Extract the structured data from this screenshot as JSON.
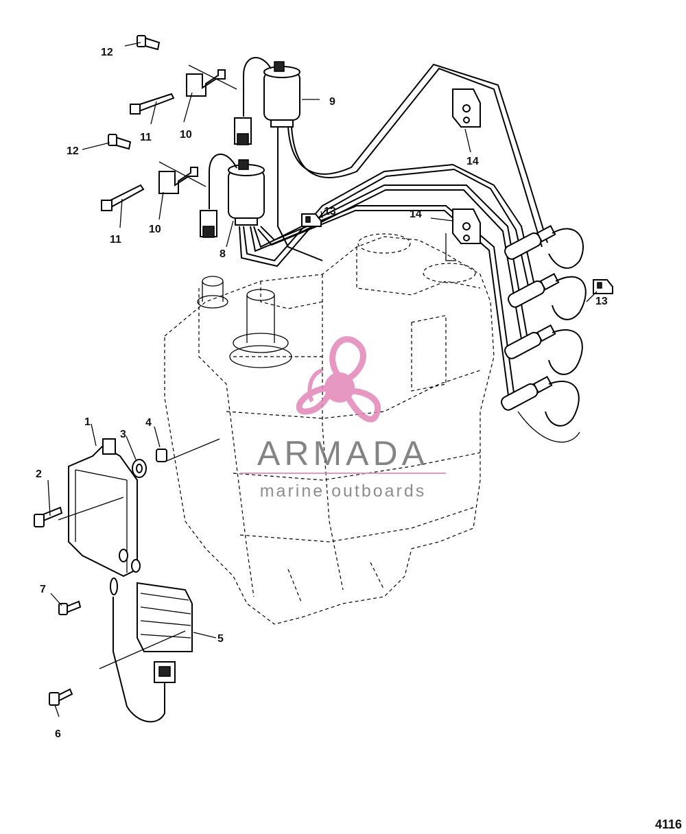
{
  "diagram": {
    "figure_number": "4116",
    "callouts": [
      "1",
      "2",
      "3",
      "4",
      "5",
      "6",
      "7",
      "8",
      "9",
      "10",
      "10",
      "11",
      "11",
      "12",
      "12",
      "13",
      "13",
      "14",
      "14"
    ]
  },
  "watermark": {
    "brand": "ARMADA",
    "tagline": "marine outboards",
    "color": "#e287b9"
  }
}
